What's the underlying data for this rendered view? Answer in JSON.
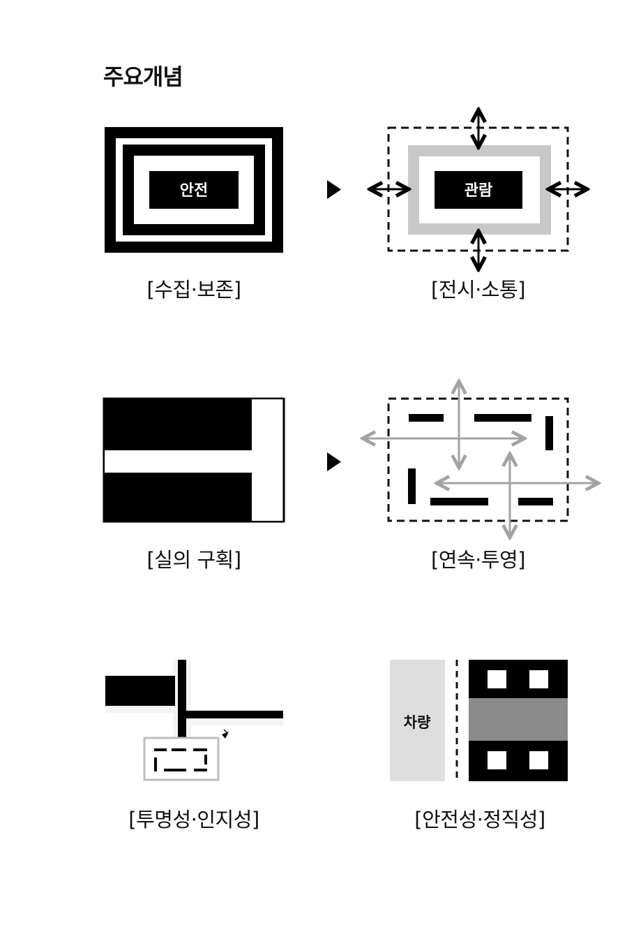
{
  "title": "주요개념",
  "panels": {
    "safety_core": {
      "label": "안전"
    },
    "viewing_core": {
      "label": "관람"
    },
    "vehicle_zone": {
      "label": "차량"
    }
  },
  "captions": {
    "collection_preservation": "[수집·보존]",
    "exhibition_communication": "[전시·소통]",
    "room_division": "[실의 구획]",
    "continuity_projection": "[연속·투영]",
    "transparency_recognition": "[투명성·인지성]",
    "safety_uprightness": "[안전성·정직성]"
  },
  "colors": {
    "black": "#000000",
    "light_gray": "#c8c8c8",
    "mid_gray": "#8a8a8a",
    "arrow_gray": "#a3a3a3",
    "pale_gray": "#f4f4f4",
    "zone_gray": "#dedede",
    "outline_gray": "#bdbdbd"
  }
}
